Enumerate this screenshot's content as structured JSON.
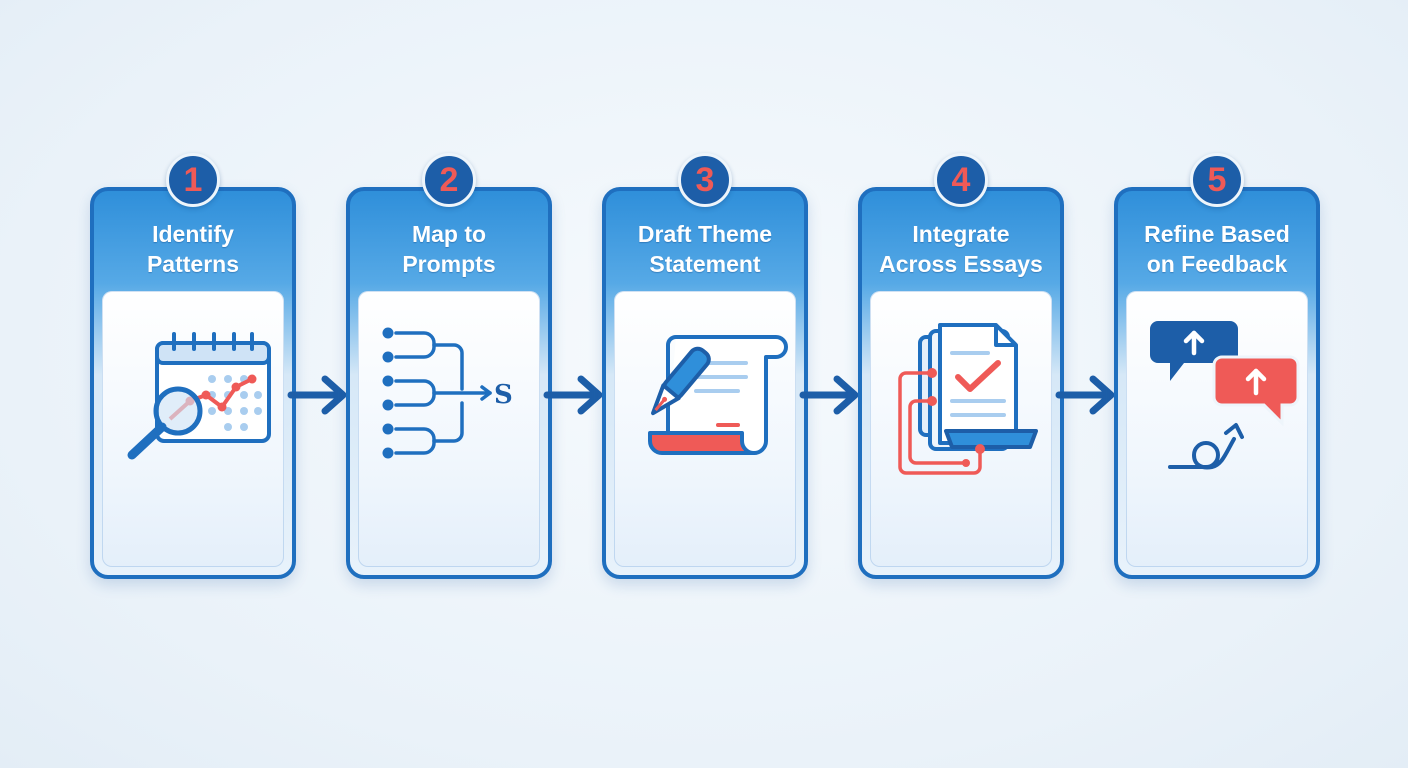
{
  "steps": [
    {
      "number": "1",
      "title": "Identify\nPatterns",
      "icon": "calendar-chart-magnifier-icon"
    },
    {
      "number": "2",
      "title": "Map to\nPrompts",
      "icon": "branching-connector-icon"
    },
    {
      "number": "3",
      "title": "Draft Theme\nStatement",
      "icon": "scroll-pen-icon"
    },
    {
      "number": "4",
      "title": "Integrate\nAcross Essays",
      "icon": "stacked-documents-check-icon"
    },
    {
      "number": "5",
      "title": "Refine Based\non Feedback",
      "icon": "feedback-bubbles-icon"
    }
  ],
  "icon_glyphs": {
    "connector_symbol": "S"
  },
  "colors": {
    "primary_blue": "#1f6fbf",
    "dark_blue": "#1d5ea8",
    "accent_red": "#ef5a57",
    "light_blue": "#cfe3f6"
  }
}
